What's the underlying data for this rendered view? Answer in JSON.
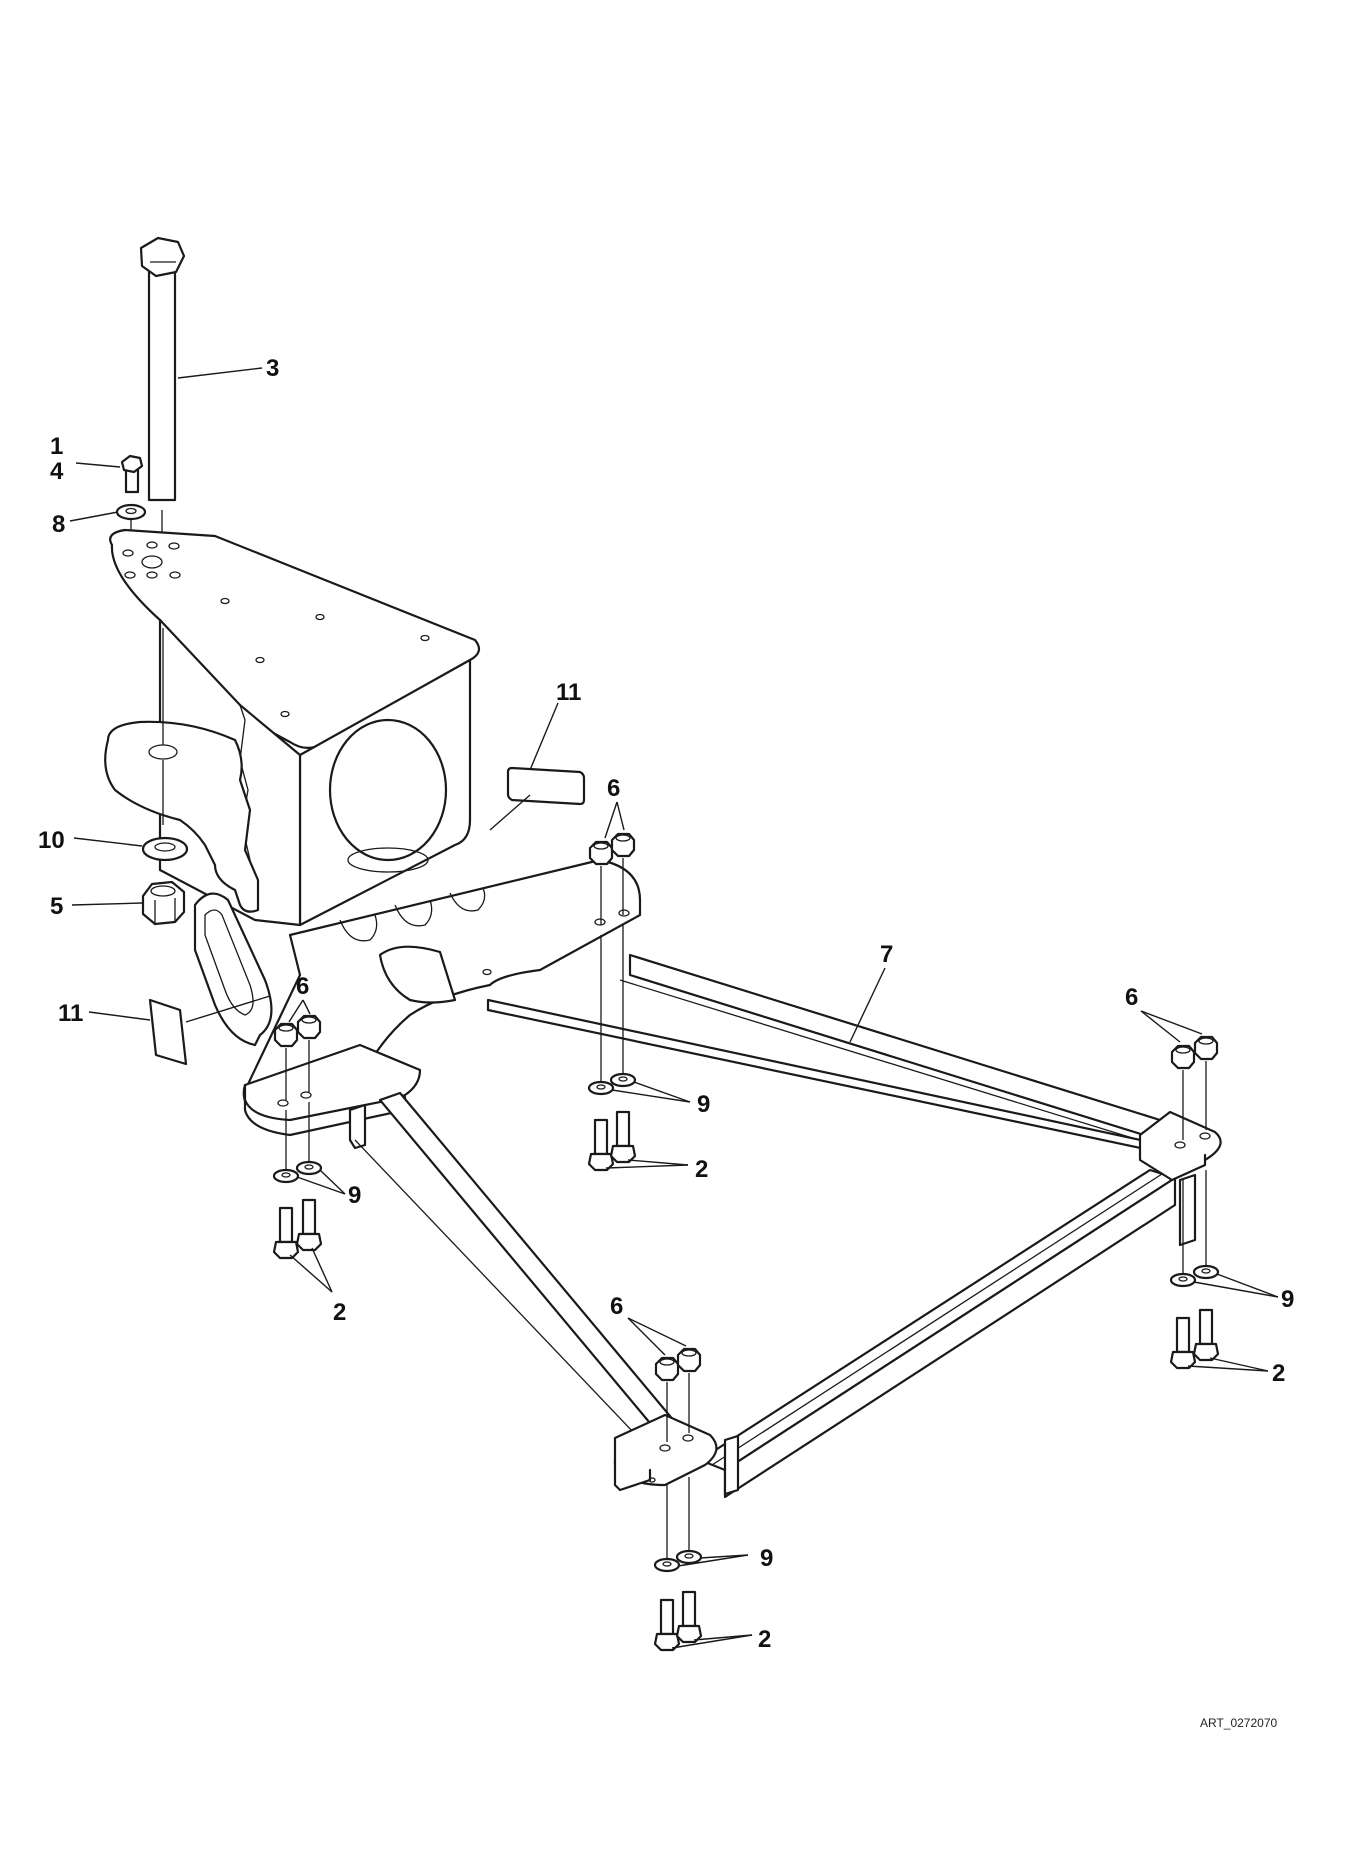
{
  "callouts": {
    "c1": "1",
    "c2": "2",
    "c3": "3",
    "c4": "4",
    "c5": "5",
    "c6": "6",
    "c7": "7",
    "c8": "8",
    "c9": "9",
    "c10": "10",
    "c11": "11"
  },
  "art_id": "ART_0272070",
  "colors": {
    "ink": "#1a1a1a",
    "paper": "#ffffff"
  }
}
